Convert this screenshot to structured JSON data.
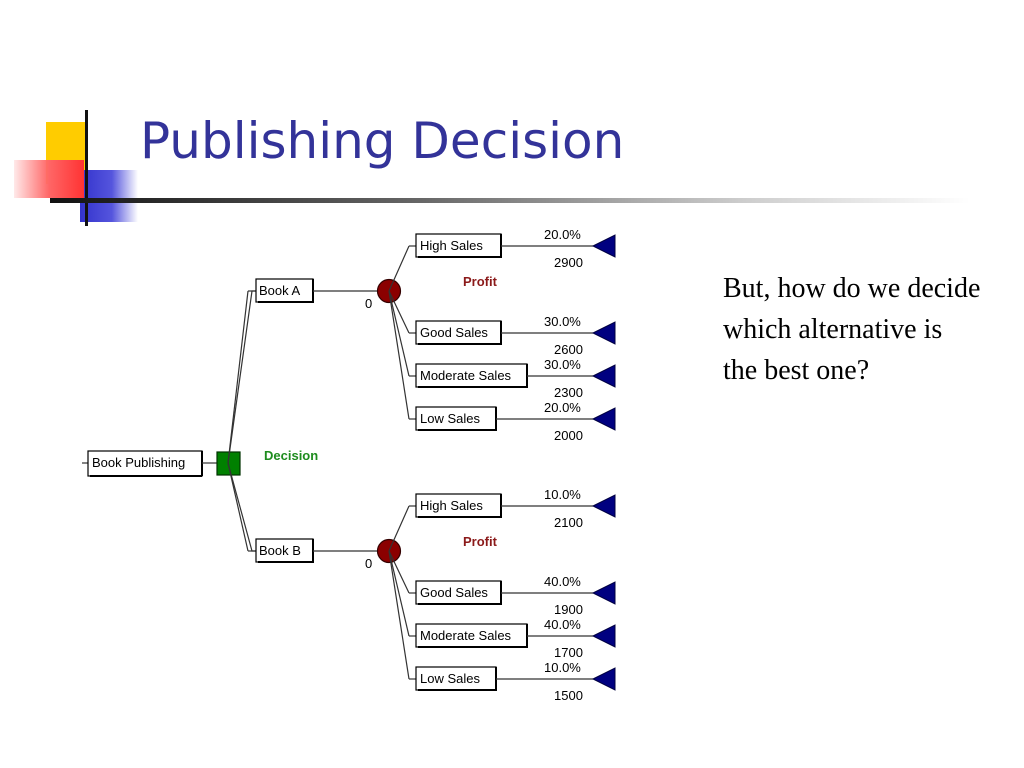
{
  "slide": {
    "title": "Publishing Decision",
    "side_text": "But, how do we decide which alternative is the best one?"
  },
  "tree": {
    "root": {
      "label": "Book Publishing",
      "node_type": "decision",
      "tag": "Decision"
    },
    "branches": [
      {
        "label": "Book A",
        "node_value": "0",
        "tag": "Profit",
        "outcomes": [
          {
            "label": "High Sales",
            "probability": "20.0%",
            "payoff": "2900"
          },
          {
            "label": "Good Sales",
            "probability": "30.0%",
            "payoff": "2600"
          },
          {
            "label": "Moderate Sales",
            "probability": "30.0%",
            "payoff": "2300"
          },
          {
            "label": "Low Sales",
            "probability": "20.0%",
            "payoff": "2000"
          }
        ]
      },
      {
        "label": "Book B",
        "node_value": "0",
        "tag": "Profit",
        "outcomes": [
          {
            "label": "High Sales",
            "probability": "10.0%",
            "payoff": "2100"
          },
          {
            "label": "Good Sales",
            "probability": "40.0%",
            "payoff": "1900"
          },
          {
            "label": "Moderate Sales",
            "probability": "40.0%",
            "payoff": "1700"
          },
          {
            "label": "Low Sales",
            "probability": "10.0%",
            "payoff": "1500"
          }
        ]
      }
    ],
    "colors": {
      "decision_node": "#008000",
      "chance_node": "#8b0000",
      "terminal_node": "#000080",
      "title": "#333399"
    }
  }
}
